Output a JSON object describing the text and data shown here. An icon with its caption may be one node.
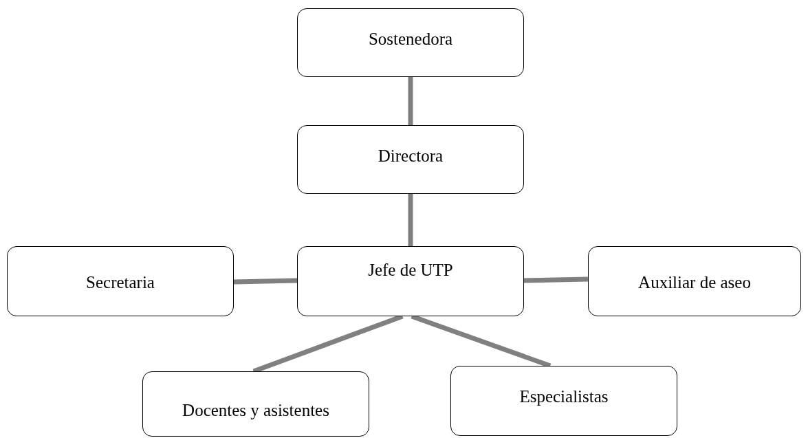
{
  "diagram": {
    "nodes": [
      {
        "text": [
          "Sostenedora"
        ]
      },
      {
        "text": [
          "Directora"
        ]
      },
      {
        "text": [
          "Secretaria"
        ]
      },
      {
        "text": [
          "Jefe de UTP"
        ]
      },
      {
        "text": [
          "Auxiliar de aseo"
        ]
      },
      {
        "text": [
          "Docentes y asistentes"
        ]
      },
      {
        "text": [
          "Especialistas"
        ]
      }
    ],
    "edges": [
      {
        "from": 0,
        "to": 1,
        "arrow": "none"
      },
      {
        "from": 1,
        "to": 3,
        "arrow": "none"
      },
      {
        "from": 3,
        "to": 2,
        "arrow": "none"
      },
      {
        "from": 3,
        "to": 4,
        "arrow": "none"
      },
      {
        "from": 3,
        "to": 5,
        "arrow": "none"
      },
      {
        "from": 3,
        "to": 6,
        "arrow": "none"
      }
    ]
  }
}
